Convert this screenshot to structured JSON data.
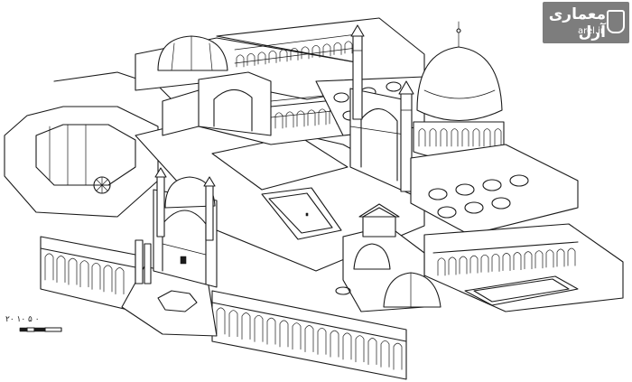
{
  "scale_bar": {
    "label": "۲۰   ۱۰   ۵ ۰",
    "units": "m"
  },
  "watermark": {
    "name": "معماری آرل",
    "url": "arel.ir"
  },
  "colors": {
    "line": "#1a1a1a",
    "background": "#ffffff",
    "logo_bg": "#7d7d7d"
  }
}
